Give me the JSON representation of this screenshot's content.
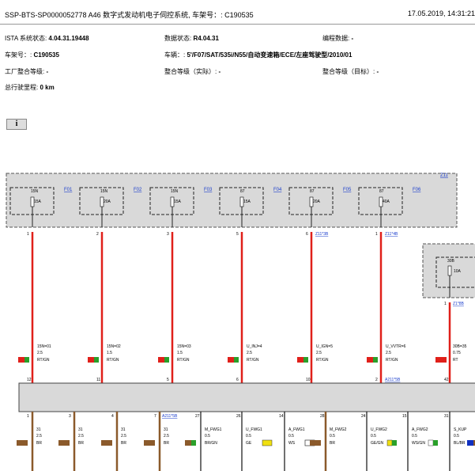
{
  "header": {
    "title": "SSP-BTS-SP0000052778 A46 数字式发动机电子伺控系统, 车架号：: C190535",
    "datetime": "17.05.2019, 14:31:21"
  },
  "info": {
    "ista_label": "ISTA 系统状态: ",
    "ista_value": "4.04.31.19448",
    "data_label": "数据状态: ",
    "data_value": "R4.04.31",
    "prog_label": "编程数据: ",
    "prog_value": "-",
    "vin_label": "车架号：: ",
    "vin_value": "C190535",
    "vehicle_label": "车辆：: ",
    "vehicle_value": "5'/F07/SAT/535i/N55/自动变速箱/ECE/左座驾驶型/2010/01",
    "factory_label": "工厂整合等级: ",
    "factory_value": "-",
    "actual_label": "整合等级（实际）: ",
    "actual_value": "-",
    "target_label": "整合等级（目标）: ",
    "target_value": "-",
    "mileage_label": "总行驶里程: ",
    "mileage_value": "0 km"
  },
  "info_button": "i",
  "diagram": {
    "top_box_label": "Z11",
    "fuses": [
      {
        "term": "15N",
        "amp": "15A",
        "id": "F01",
        "pin": "1",
        "ref": "",
        "wire": "15N=01",
        "size": "2.5",
        "color": "RT/GN"
      },
      {
        "term": "15N",
        "amp": "20A",
        "id": "F02",
        "pin": "2",
        "ref": "",
        "wire": "15N=02",
        "size": "1.5",
        "color": "RT/GN"
      },
      {
        "term": "15N",
        "amp": "15A",
        "id": "F03",
        "pin": "3",
        "ref": "",
        "wire": "15N=03",
        "size": "1.5",
        "color": "RT/GN"
      },
      {
        "term": "87",
        "amp": "15A",
        "id": "F04",
        "pin": "5",
        "ref": "",
        "wire": "U_INJ=4",
        "size": "2.5",
        "color": "RT/GN"
      },
      {
        "term": "87",
        "amp": "20A",
        "id": "F05",
        "pin": "6",
        "ref": "Z11*3B",
        "wire": "U_IGN=5",
        "size": "2.5",
        "color": "RT/GN"
      },
      {
        "term": "87",
        "amp": "40A",
        "id": "F06",
        "pin": "1",
        "ref": "Z11*4B",
        "wire": "U_VVTR=6",
        "size": "2.5",
        "color": "RT/GN"
      }
    ],
    "side_fuse": {
      "term": "30B",
      "amp": "10A",
      "pin": "1",
      "ref": "Z1*8B",
      "wire": "30B=35",
      "size": "0.75",
      "color": "RT"
    },
    "dme_pins": [
      "12",
      "11",
      "5",
      "6",
      "10",
      "2",
      "42"
    ],
    "dme_ref": "A211*5B",
    "bottom_pins": [
      {
        "pin": "1",
        "ref": "",
        "wire": "31",
        "size": "2.5",
        "color": "BR"
      },
      {
        "pin": "3",
        "ref": "",
        "wire": "31",
        "size": "2.5",
        "color": "BR"
      },
      {
        "pin": "4",
        "ref": "",
        "wire": "31",
        "size": "2.5",
        "color": "BR"
      },
      {
        "pin": "7",
        "ref": "A211*5B",
        "wire": "31",
        "size": "2.5",
        "color": "BR"
      },
      {
        "pin": "27",
        "ref": "",
        "wire": "M_FWG1",
        "size": "0.5",
        "color": "BR/GN"
      },
      {
        "pin": "26",
        "ref": "",
        "wire": "U_FWG1",
        "size": "0.5",
        "color": "GE"
      },
      {
        "pin": "14",
        "ref": "",
        "wire": "A_FWG1",
        "size": "0.5",
        "color": "WS"
      },
      {
        "pin": "28",
        "ref": "",
        "wire": "M_FWG2",
        "size": "0.5",
        "color": "BR"
      },
      {
        "pin": "24",
        "ref": "",
        "wire": "U_FWG2",
        "size": "0.5",
        "color": "GE/GN"
      },
      {
        "pin": "15",
        "ref": "",
        "wire": "A_FWG2",
        "size": "0.5",
        "color": "WS/GN"
      },
      {
        "pin": "31",
        "ref": "",
        "wire": "S_KUP",
        "size": "0.5",
        "color": "BL/BR"
      }
    ],
    "colors": {
      "red": "#e0201a",
      "green": "#2aa02a",
      "brown": "#8b5a2b",
      "yellow": "#f0e010",
      "blue": "#1030c0",
      "box_fill": "#d9d9d9",
      "link": "#1a3dcc"
    }
  }
}
